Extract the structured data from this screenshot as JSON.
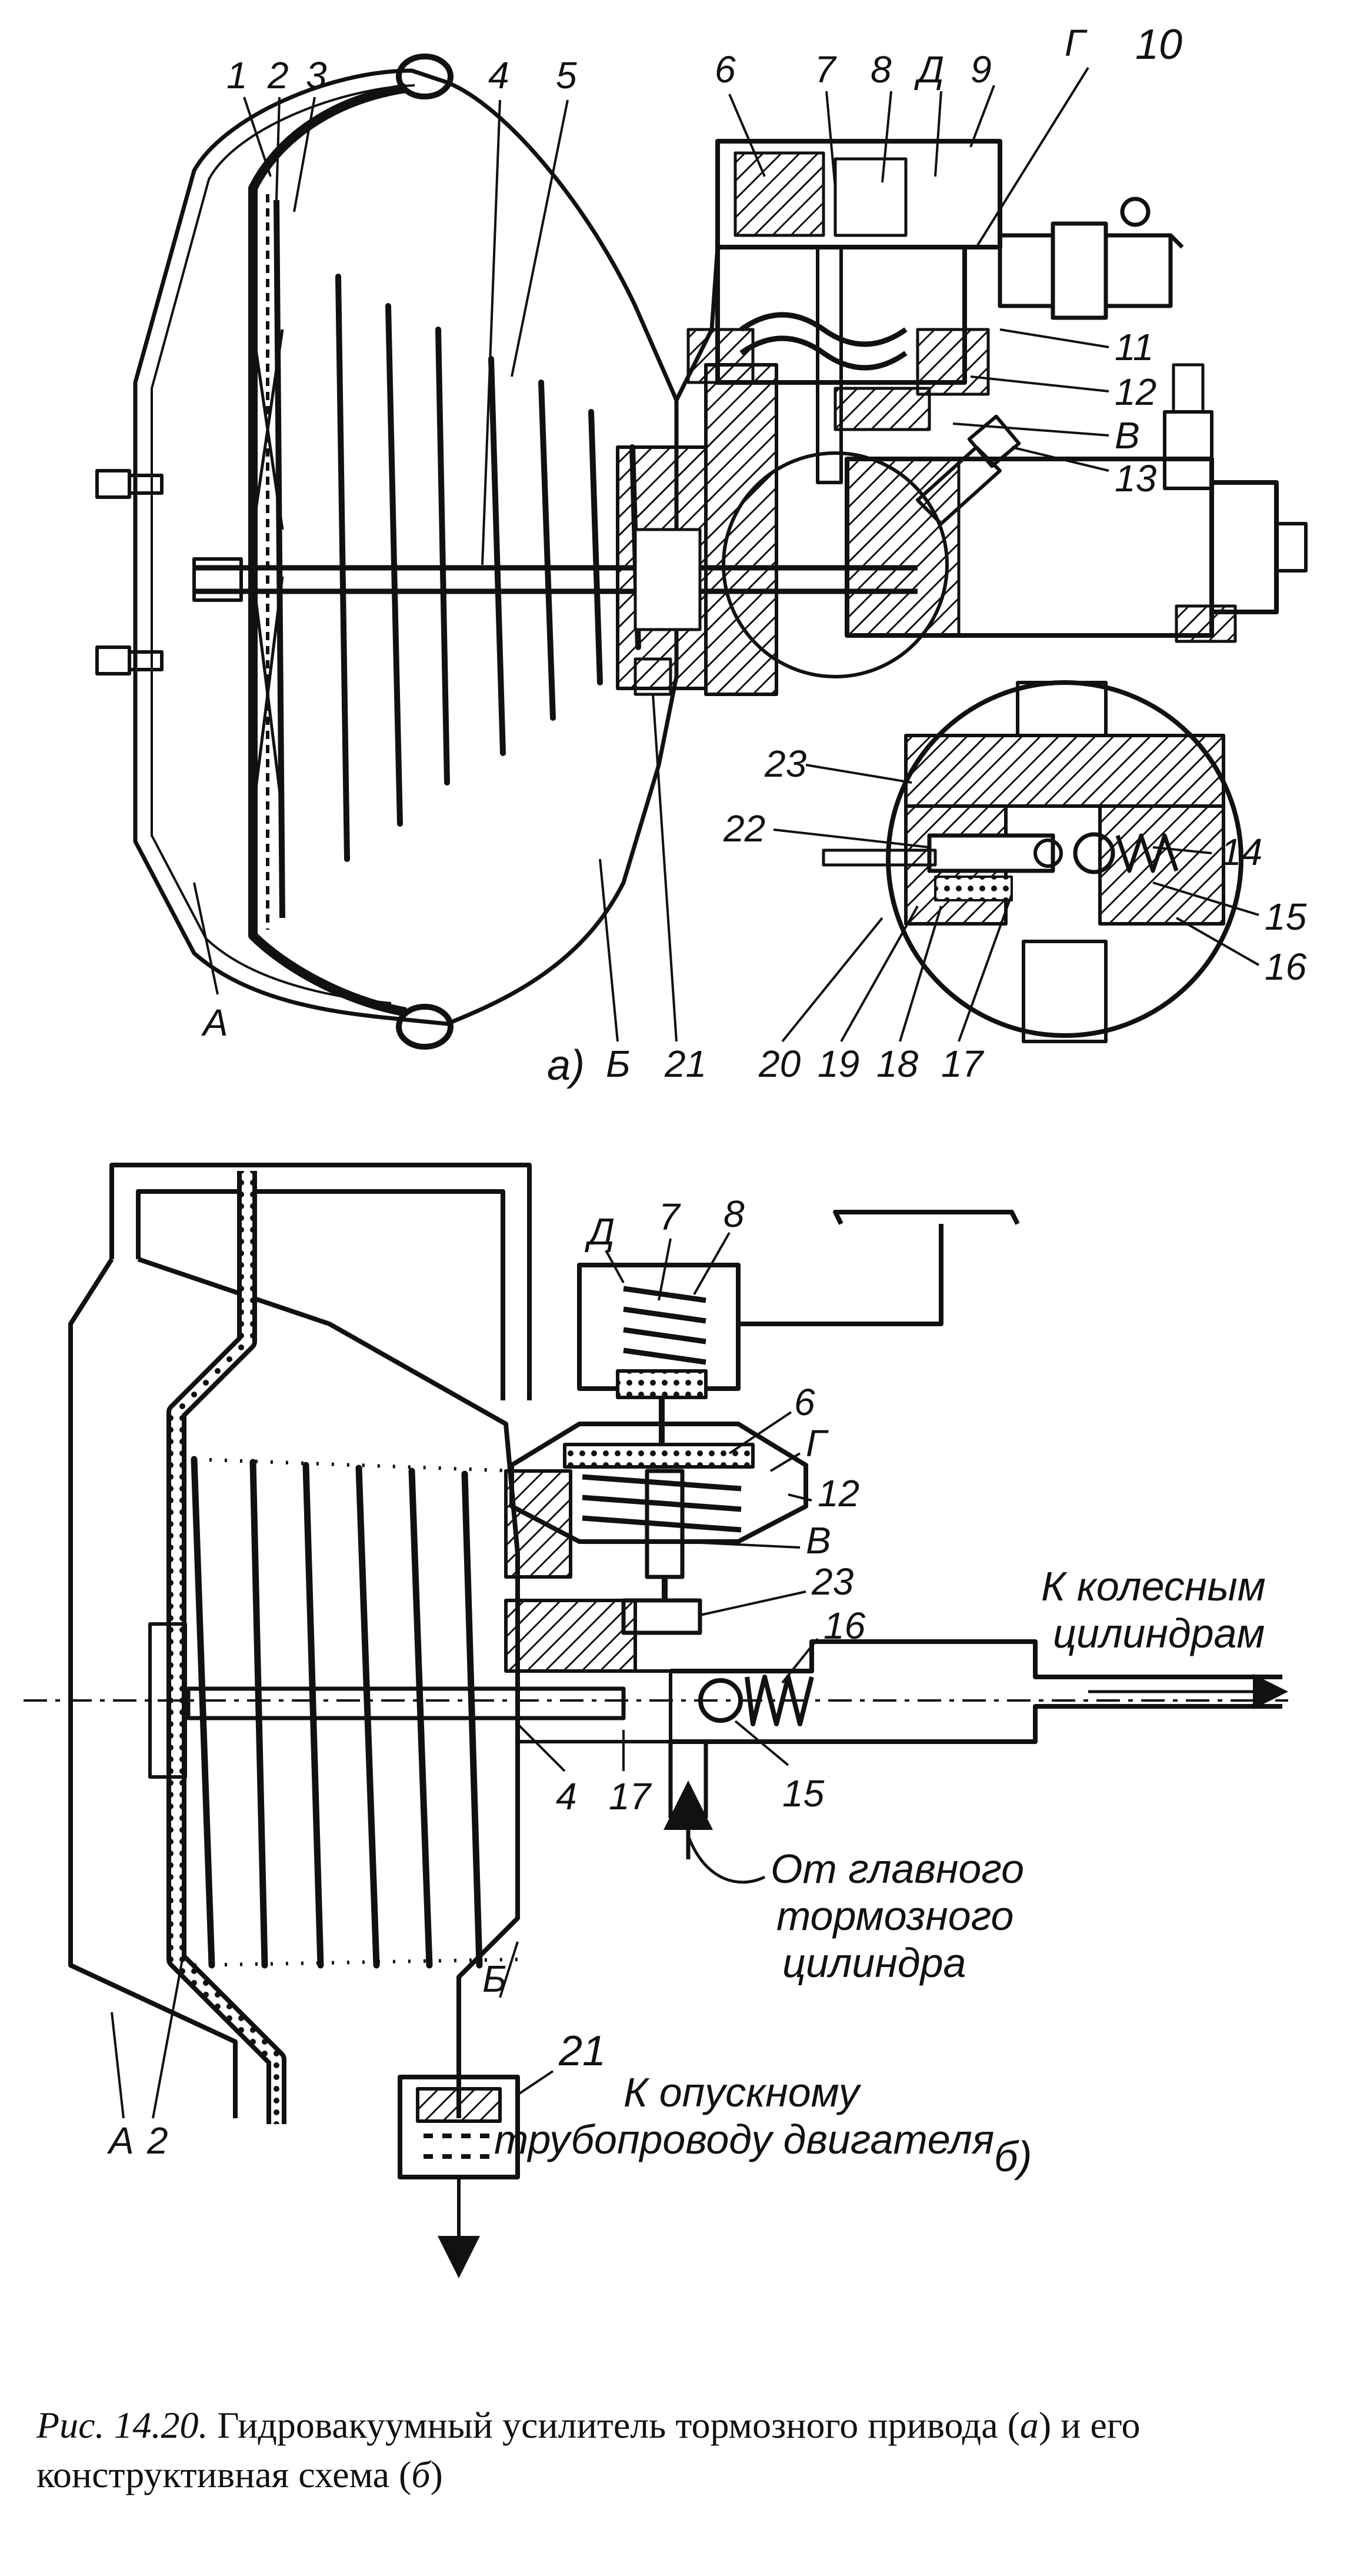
{
  "figure_a": {
    "sub_label": "а)",
    "callouts": [
      "1",
      "2",
      "3",
      "4",
      "5",
      "6",
      "7",
      "8",
      "Д",
      "9",
      "Г",
      "10",
      "11",
      "12",
      "В",
      "13",
      "14",
      "15",
      "16",
      "17",
      "18",
      "19",
      "20",
      "21",
      "22",
      "23",
      "А",
      "Б"
    ]
  },
  "figure_b": {
    "sub_label": "б)",
    "callouts": [
      "Д",
      "7",
      "8",
      "6",
      "Г",
      "12",
      "В",
      "23",
      "16",
      "4",
      "17",
      "15",
      "А",
      "2",
      "Б",
      "21"
    ],
    "arrow_to_wheels": [
      "К колесным",
      "цилиндрам"
    ],
    "arrow_from_master": [
      "От главного",
      "тормозного",
      "цилиндра"
    ],
    "to_intake": [
      "К опускному",
      "трубопроводу двигателя"
    ]
  },
  "caption": {
    "prefix": "Рис. 14.20.",
    "text_1": " Гидровакуумный усилитель тормозного привода (",
    "a": "а",
    "text_2": ") и его конструктивная схема (",
    "b": "б",
    "text_3": ")"
  }
}
